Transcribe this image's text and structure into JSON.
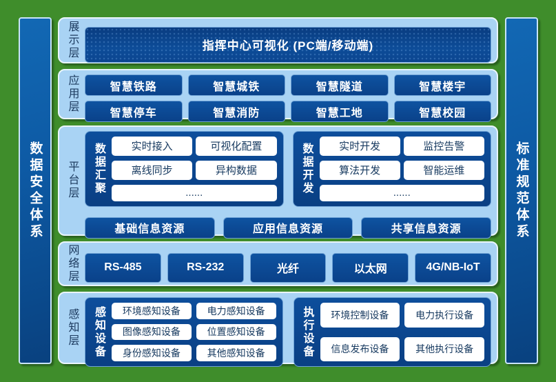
{
  "colors": {
    "background_green": "#3F8D2B",
    "layer_panel_blue": "#A9D3F4",
    "dark_box_blue": "#0B4591",
    "sidebar_blue": "#0E5CA4",
    "text_on_dark": "#FFFFFF",
    "text_navy": "#1C3A5E"
  },
  "sidebars": {
    "left": "数据安全体系",
    "right": "标准规范体系"
  },
  "layers": {
    "display": {
      "label": "展示层",
      "box": "指挥中心可视化 (PC端/移动端)"
    },
    "application": {
      "label": "应用层",
      "boxes": [
        "智慧铁路",
        "智慧城铁",
        "智慧隧道",
        "智慧楼宇",
        "智慧停车",
        "智慧消防",
        "智慧工地",
        "智慧校园"
      ]
    },
    "platform": {
      "label": "平台层",
      "groups": [
        {
          "label": "数据汇聚",
          "items": [
            "实时接入",
            "可视化配置",
            "离线同步",
            "异构数据",
            "......"
          ]
        },
        {
          "label": "数据开发",
          "items": [
            "实时开发",
            "监控告警",
            "算法开发",
            "智能运维",
            "......"
          ]
        }
      ],
      "resources": [
        "基础信息资源",
        "应用信息资源",
        "共享信息资源"
      ]
    },
    "network": {
      "label": "网络层",
      "boxes": [
        "RS-485",
        "RS-232",
        "光纤",
        "以太网",
        "4G/NB-IoT"
      ]
    },
    "perception": {
      "label": "感知层",
      "groups": [
        {
          "label": "感知设备",
          "items": [
            "环境感知设备",
            "电力感知设备",
            "图像感知设备",
            "位置感知设备",
            "身份感知设备",
            "其他感知设备"
          ]
        },
        {
          "label": "执行设备",
          "items": [
            "环境控制设备",
            "电力执行设备",
            "信息发布设备",
            "其他执行设备"
          ]
        }
      ]
    }
  }
}
